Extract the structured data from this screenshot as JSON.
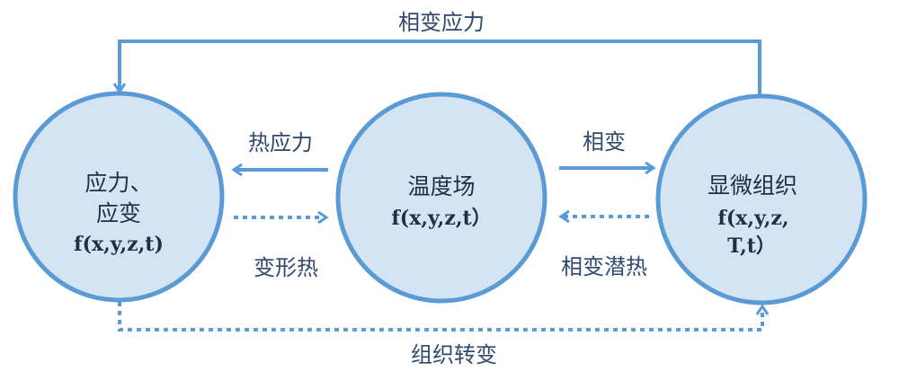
{
  "colors": {
    "node_fill": "#d5e4f3",
    "node_stroke": "#5b9bd5",
    "arrow": "#5b9bd5",
    "text": "#2f4a6e"
  },
  "nodes": {
    "stress": {
      "line1": "应力、",
      "line2": "应变",
      "formula": "f(x,y,z,t)"
    },
    "temperature": {
      "line1": "温度场",
      "formula": "f(x,y,z,t）"
    },
    "microstructure": {
      "line1": "显微组织",
      "formula_line1": "f(x,y,z,",
      "formula_line2": "T,t）"
    }
  },
  "edges": {
    "phase_stress": "相变应力",
    "thermal_stress": "热应力",
    "phase_change": "相变",
    "deformation_heat": "变形热",
    "latent_heat": "相变潜热",
    "microstructure_change": "组织转变"
  }
}
